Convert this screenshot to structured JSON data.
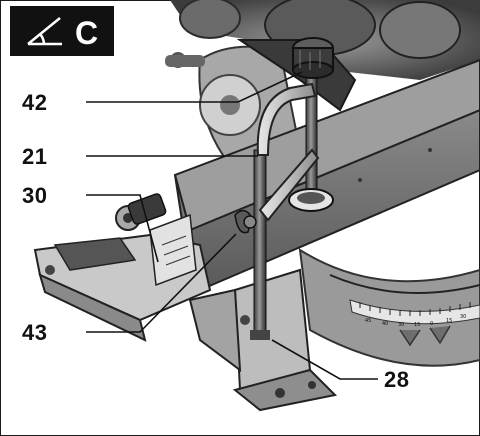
{
  "header": {
    "label": "C",
    "icon": "angle-icon"
  },
  "callouts": [
    {
      "id": "42",
      "label": "42"
    },
    {
      "id": "21",
      "label": "21"
    },
    {
      "id": "30",
      "label": "30"
    },
    {
      "id": "43",
      "label": "43"
    },
    {
      "id": "28",
      "label": "28"
    }
  ],
  "scale_labels": [
    "45",
    "40",
    "30",
    "15",
    "0",
    "15",
    "30"
  ]
}
